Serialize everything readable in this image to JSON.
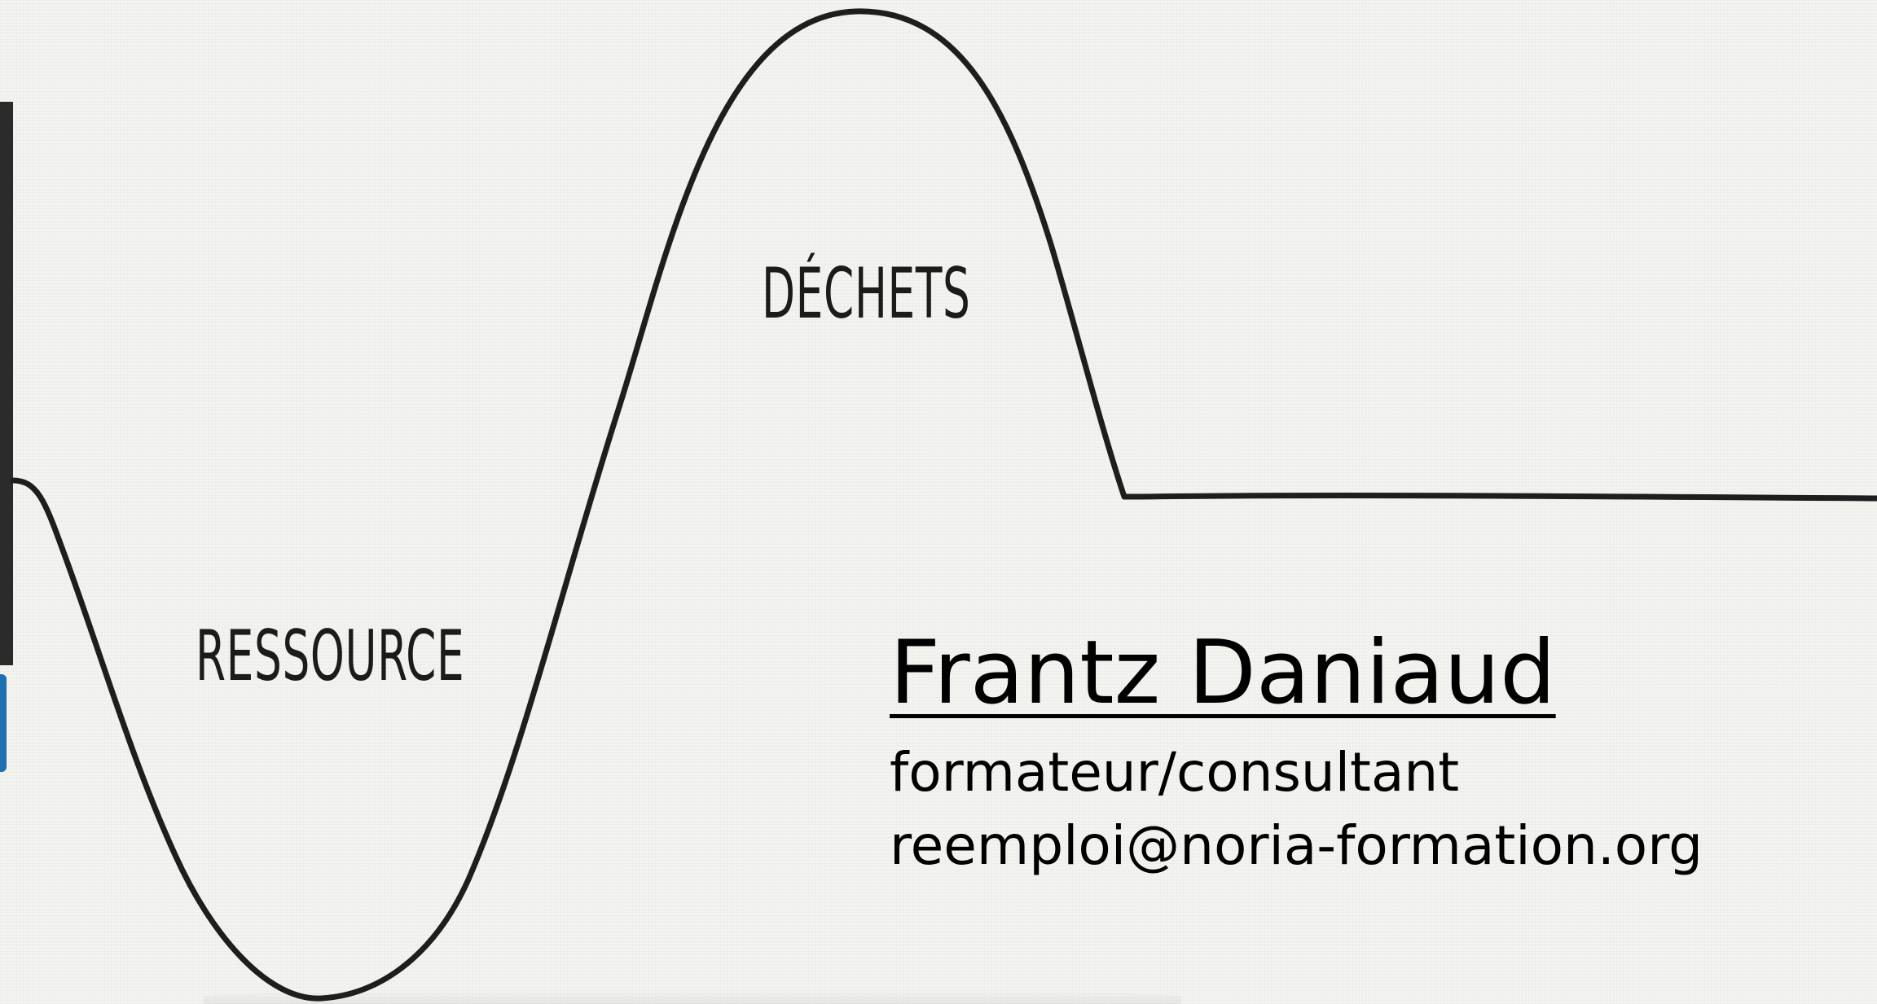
{
  "labels": {
    "ressource": "RESSOURCE",
    "dechets": "DÉCHETS"
  },
  "contact": {
    "name": "Frantz Daniaud",
    "role": "formateur/consultant",
    "email": "reemploi@noria-formation.org"
  },
  "colors": {
    "background": "#f3f3f0",
    "ink": "#1e1e1e",
    "left_bar": "#2b2b2b",
    "left_tab": "#1f6fb2"
  }
}
